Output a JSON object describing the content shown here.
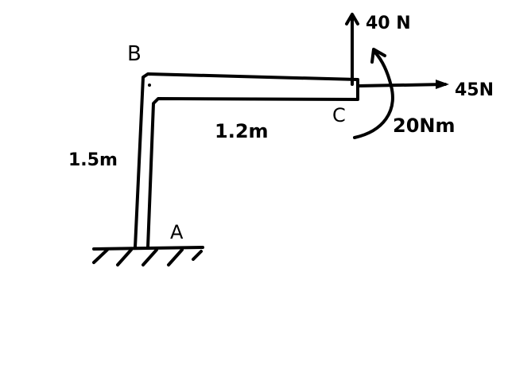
{
  "diagram": {
    "points": {
      "a": "A",
      "b": "B",
      "c": "C"
    },
    "dimensions": {
      "vertical": "1.5m",
      "horizontal": "1.2m"
    },
    "loads": {
      "vertical_force": "40 N",
      "horizontal_force": "45N",
      "moment": "20Nm"
    },
    "colors": {
      "ink": "#000000",
      "background": "#ffffff"
    },
    "icons": {
      "up_arrow": "arrow-up-icon",
      "right_arrow": "arrow-right-icon",
      "moment_arrow": "curved-arrow-ccw-icon",
      "support": "fixed-support-icon"
    }
  }
}
